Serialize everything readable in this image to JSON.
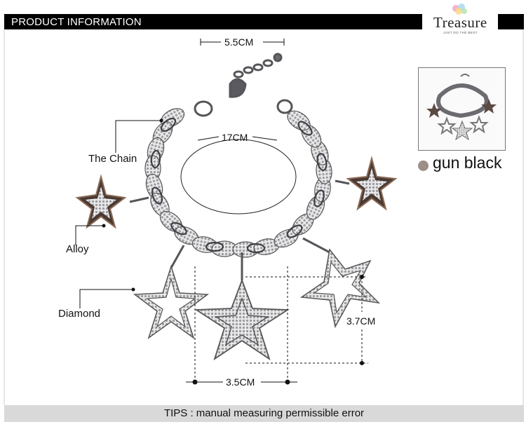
{
  "header": {
    "title": "PRODUCT INFORMATION"
  },
  "logo": {
    "brand": "Treasure",
    "tagline": "JUST DO THE BEST"
  },
  "labels": {
    "chain": "The Chain",
    "alloy": "Alloy",
    "diamond": "Diamond"
  },
  "dimensions": {
    "clasp_width": "5.5CM",
    "circumference": "17CM",
    "star_width": "3.5CM",
    "star_height": "3.7CM"
  },
  "color_option": {
    "name": "gun black",
    "swatch_color": "#9b8f88",
    "icon": "color-swatch-icon"
  },
  "footer": {
    "tips": "TIPS : manual measuring permissible error"
  },
  "colors": {
    "header_bg": "#000000",
    "tips_bg": "#d9d9d9",
    "metal": "#6b6b70",
    "metal_light": "#c9c9cc",
    "copper_edge": "#8a6a55"
  }
}
